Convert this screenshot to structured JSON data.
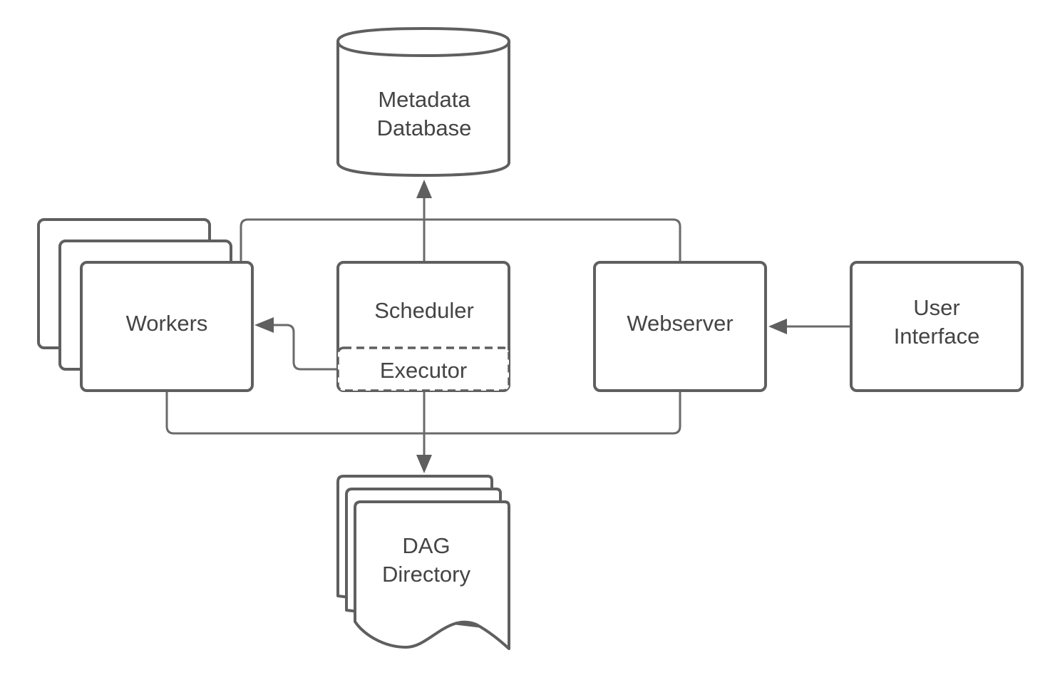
{
  "nodes": {
    "metadata_db": {
      "line1": "Metadata",
      "line2": "Database"
    },
    "workers": {
      "label": "Workers"
    },
    "scheduler": {
      "label": "Scheduler"
    },
    "executor": {
      "label": "Executor"
    },
    "webserver": {
      "label": "Webserver"
    },
    "user_interface": {
      "line1": "User",
      "line2": "Interface"
    },
    "dag_directory": {
      "line1": "DAG",
      "line2": "Directory"
    }
  },
  "edges": [
    {
      "from": "Scheduler",
      "to": "Metadata Database"
    },
    {
      "from": "Workers",
      "to": "Metadata Database"
    },
    {
      "from": "Webserver",
      "to": "Metadata Database"
    },
    {
      "from": "Executor",
      "to": "Workers"
    },
    {
      "from": "User Interface",
      "to": "Webserver"
    },
    {
      "from": "Scheduler",
      "to": "DAG Directory"
    },
    {
      "from": "Workers",
      "to": "DAG Directory"
    },
    {
      "from": "Webserver",
      "to": "DAG Directory"
    }
  ],
  "colors": {
    "stroke": "#5f5f5f",
    "text": "#444444",
    "background": "#ffffff"
  }
}
